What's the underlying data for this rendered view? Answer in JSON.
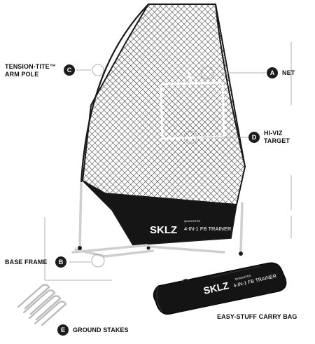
{
  "labels": {
    "tension_tite_line1": "TENSION-TITE™",
    "tension_tite_line2": "ARM POLE",
    "net": "NET",
    "hi_viz_line1": "HI-VIZ",
    "hi_viz_line2": "TARGET",
    "base_frame": "BASE FRAME",
    "ground_stakes": "GROUND STAKES",
    "carry_bag": "EASY-STUFF CARRY BAG"
  },
  "badges": {
    "a": "A",
    "b": "B",
    "c": "C",
    "d": "D",
    "e": "E"
  },
  "product": {
    "brand": "SKLZ",
    "subbrand": "QUICKSTER",
    "name": "4-IN-1 FB TRAINER"
  },
  "bag": {
    "brand": "SKLZ",
    "subbrand": "QUICKSTER",
    "name": "4-IN-1 FB TRAINER"
  },
  "colors": {
    "net": "#1a1a1a",
    "frame": "#c9c9c9",
    "badge": "#1c1c1c",
    "leader": "#9a9a9a"
  }
}
